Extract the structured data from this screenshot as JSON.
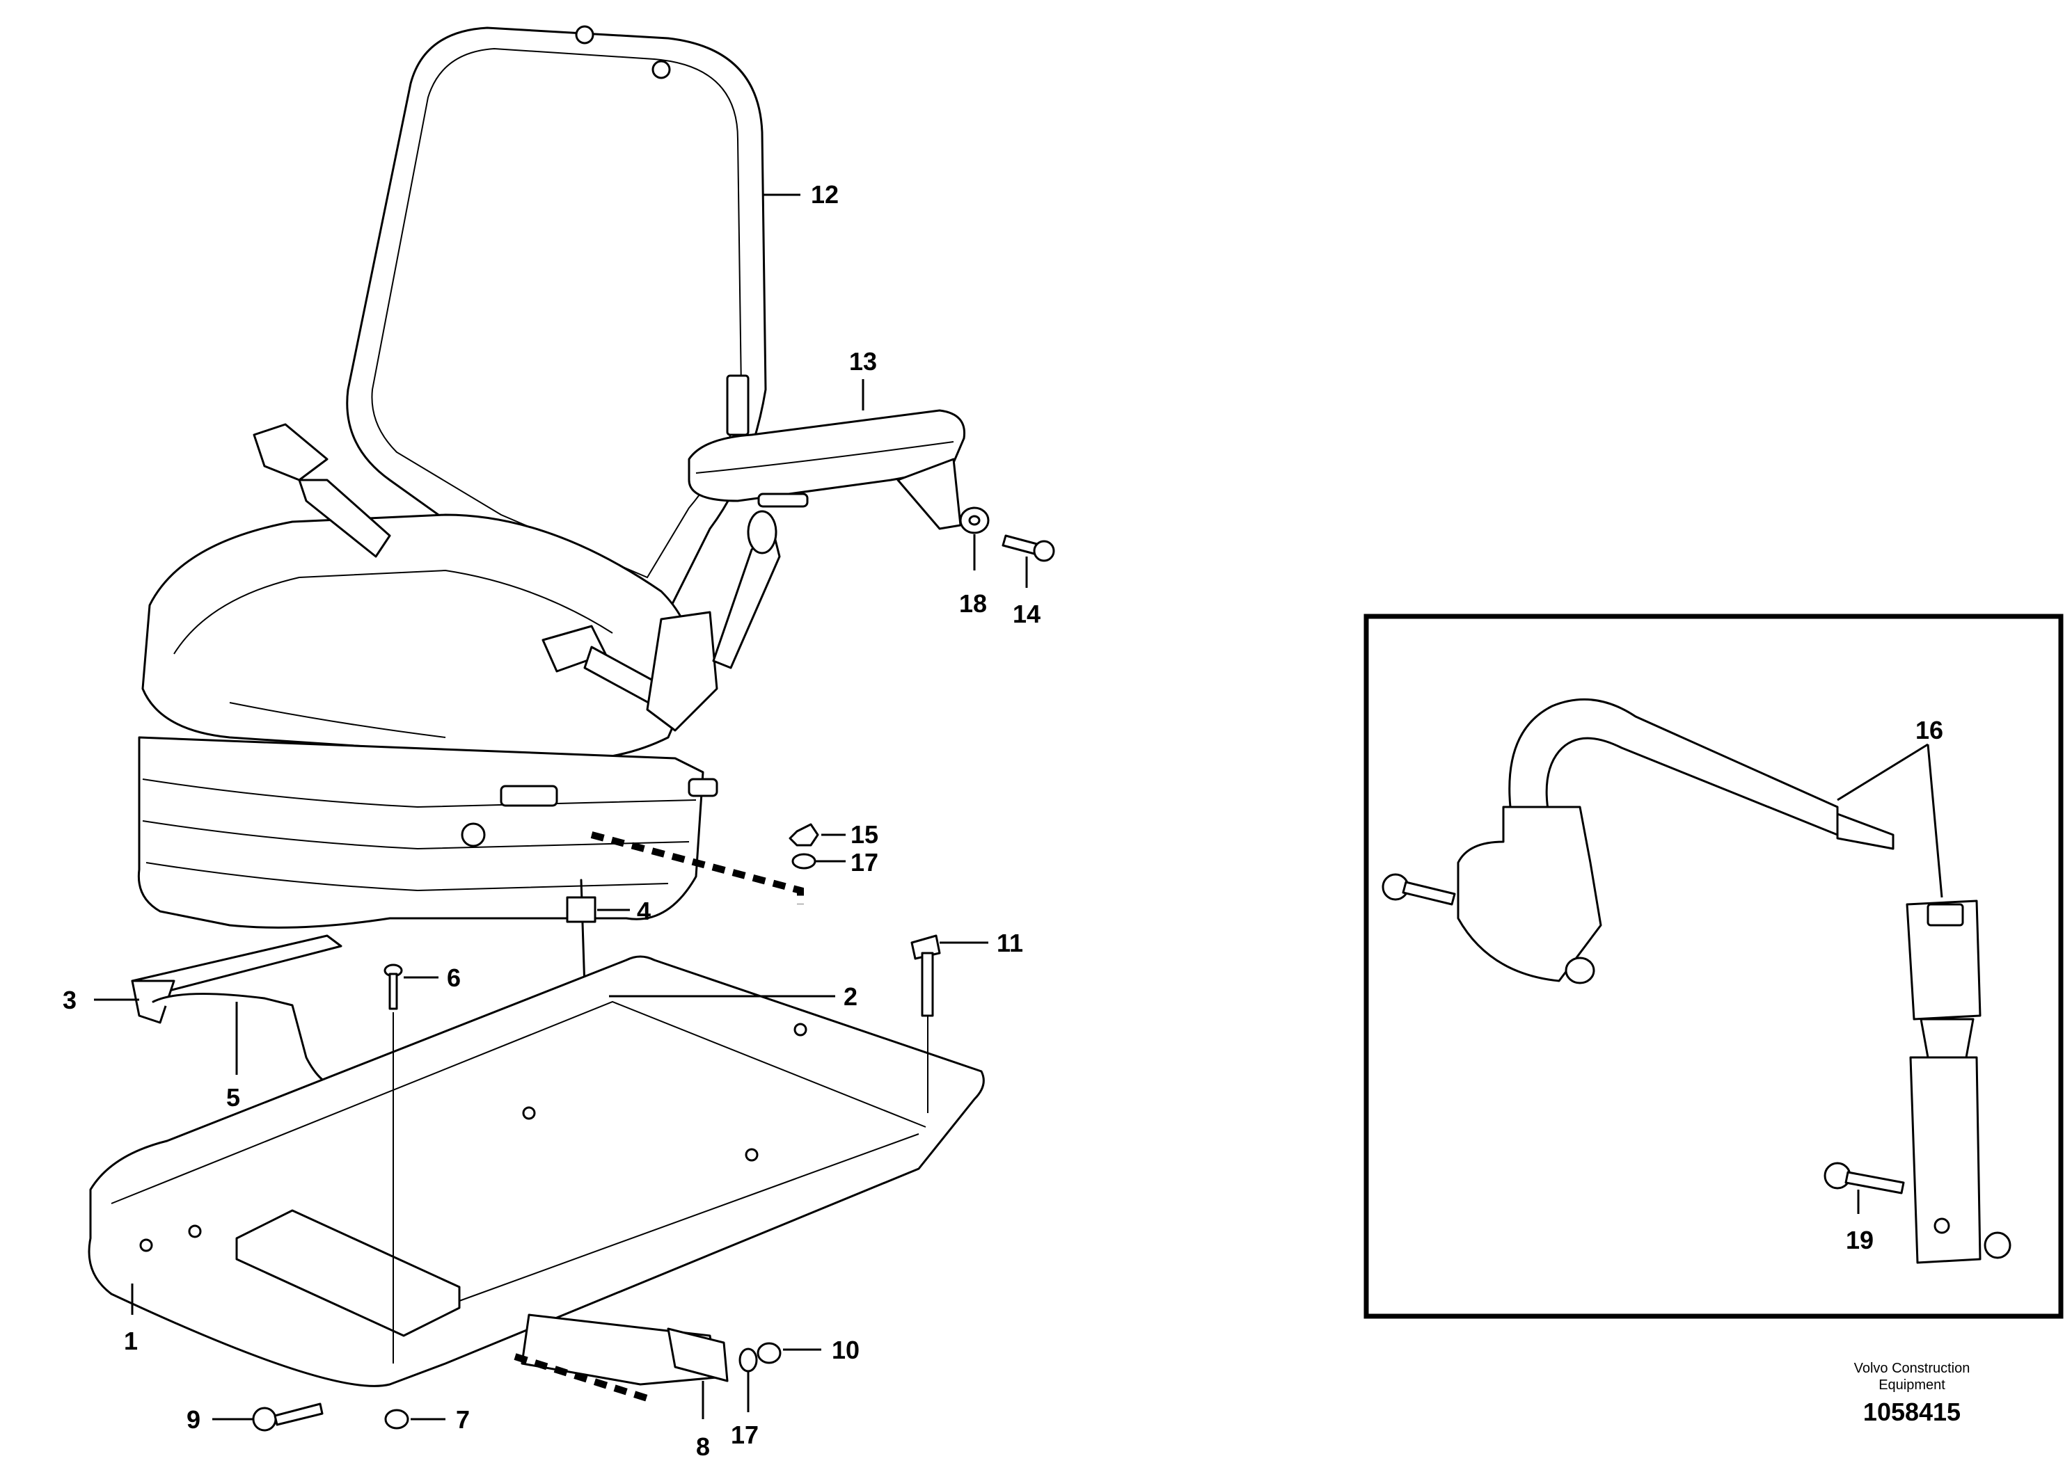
{
  "callouts": {
    "c1": "1",
    "c2": "2",
    "c3": "3",
    "c4": "4",
    "c5": "5",
    "c6": "6",
    "c7": "7",
    "c8": "8",
    "c9": "9",
    "c10": "10",
    "c11": "11",
    "c12": "12",
    "c13": "13",
    "c14": "14",
    "c15": "15",
    "c16": "16",
    "c17a": "17",
    "c17b": "17",
    "c18": "18",
    "c19": "19"
  },
  "footer": {
    "company_line1": "Volvo Construction",
    "company_line2": "Equipment",
    "drawing_number": "1058415"
  }
}
